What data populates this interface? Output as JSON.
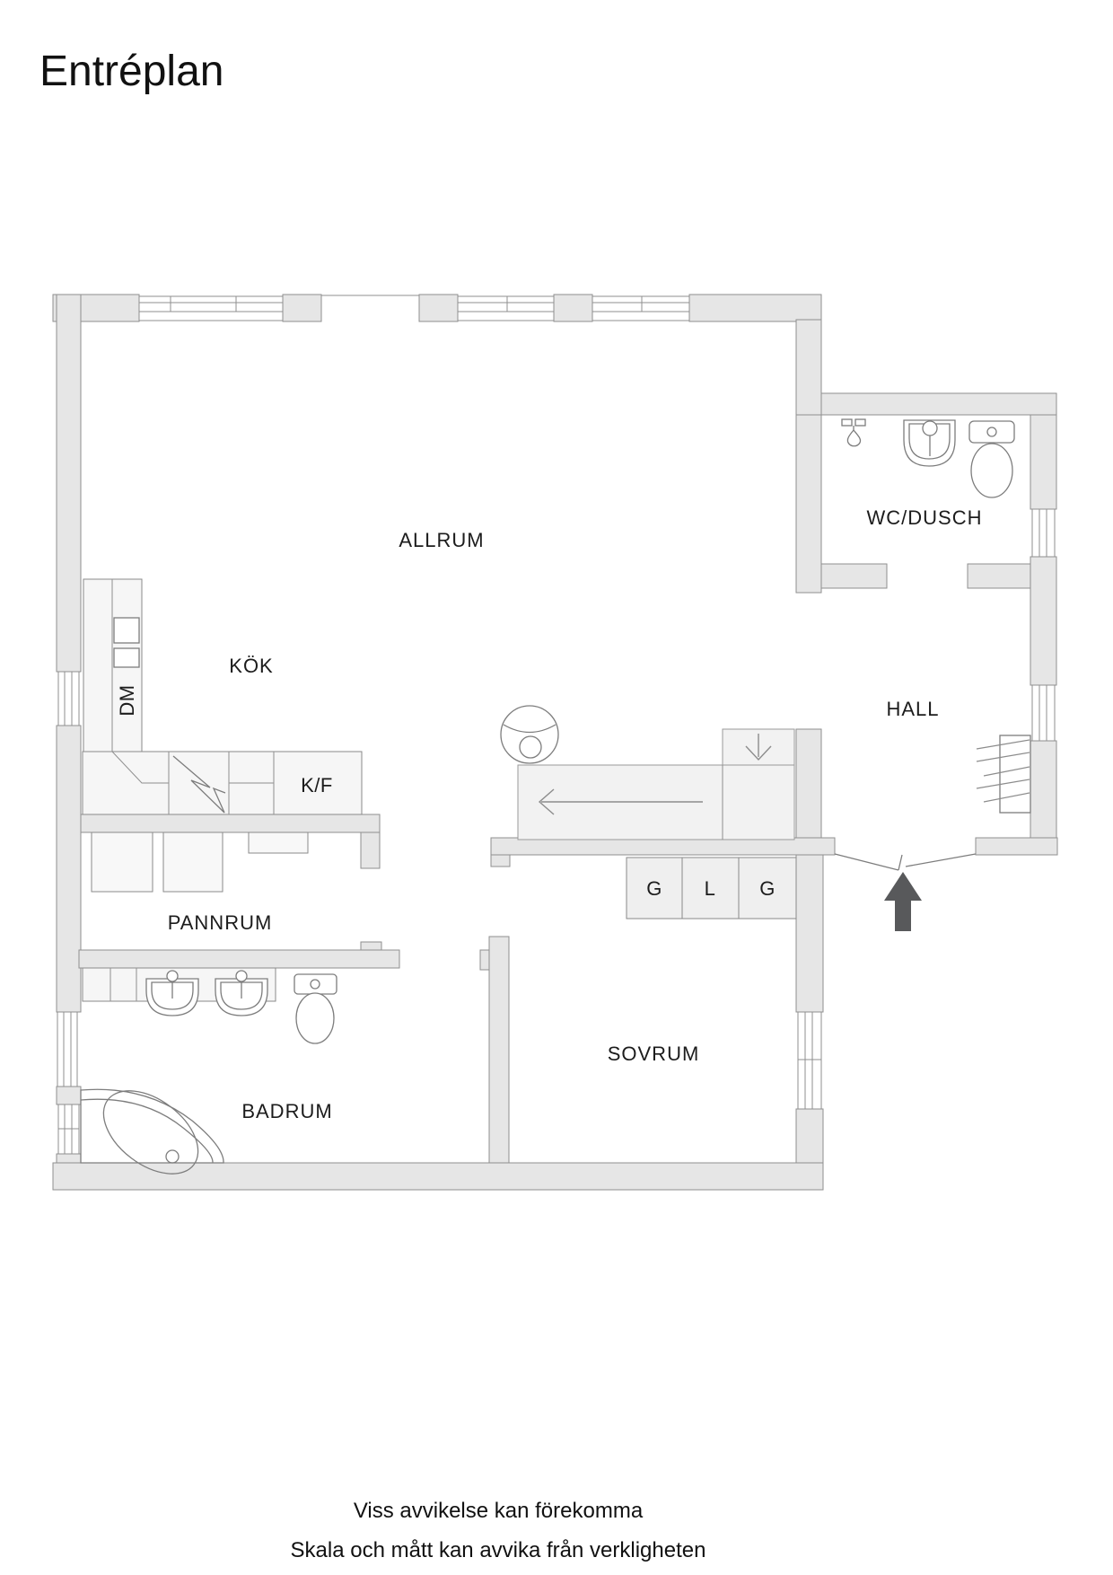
{
  "page": {
    "title": "Entréplan"
  },
  "floor_plan": {
    "rooms": [
      {
        "id": "allrum",
        "label": "ALLRUM"
      },
      {
        "id": "kok",
        "label": "KÖK"
      },
      {
        "id": "wc_dusch",
        "label": "WC/DUSCH"
      },
      {
        "id": "hall",
        "label": "HALL"
      },
      {
        "id": "pannrum",
        "label": "PANNRUM"
      },
      {
        "id": "sovrum",
        "label": "SOVRUM"
      },
      {
        "id": "badrum",
        "label": "BADRUM"
      }
    ],
    "appliance_labels": {
      "dishwasher": "DM",
      "fridge_freezer": "K/F"
    },
    "closet_labels": [
      "G",
      "L",
      "G"
    ],
    "symbols": [
      "stove-lightning-icon",
      "wood-stove-icon",
      "stairs-down-arrow-icon",
      "stairs-run-arrow-icon",
      "entry-arrow-icon",
      "toilet-icon",
      "sink-icon",
      "shower-icon",
      "bathtub-icon",
      "wardrobe-hatch-icon",
      "window-icon",
      "double-door-icon"
    ]
  },
  "footer": {
    "line1": "Viss avvikelse kan förekomma",
    "line2": "Skala och mått kan avvika från verkligheten"
  },
  "colors": {
    "background": "#ffffff",
    "wall_fill": "#e6e6e6",
    "wall_stroke": "#8f8f8f",
    "fixture_stroke": "#7d7d7d",
    "stair_fill": "#f2f2f2",
    "counter_fill": "#f6f6f6",
    "closet_fill": "#efefef",
    "box_fill": "#f8f8f8",
    "entry_arrow": "#58595b",
    "text_color": "#1c1c1c"
  }
}
